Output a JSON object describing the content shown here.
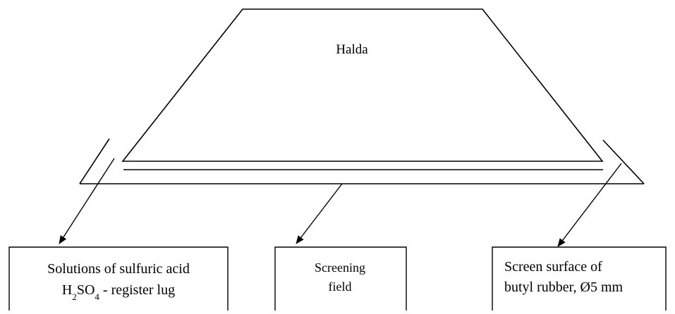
{
  "diagram": {
    "heap_label": "Halda",
    "boxes": [
      {
        "id": "acid",
        "lines": [
          [
            {
              "t": "Solutions of sulfuric acid"
            }
          ],
          [
            {
              "t": "H"
            },
            {
              "t": "2",
              "sub": true
            },
            {
              "t": "SO"
            },
            {
              "t": "4",
              "sub": true
            },
            {
              "t": " - register lug"
            }
          ]
        ]
      },
      {
        "id": "field",
        "lines": [
          [
            {
              "t": "Screening"
            }
          ],
          [
            {
              "t": "field"
            }
          ]
        ]
      },
      {
        "id": "screen",
        "lines": [
          [
            {
              "t": "Screen surface of"
            }
          ],
          [
            {
              "t": "butyl rubber, Ø5 mm"
            }
          ]
        ]
      }
    ]
  }
}
